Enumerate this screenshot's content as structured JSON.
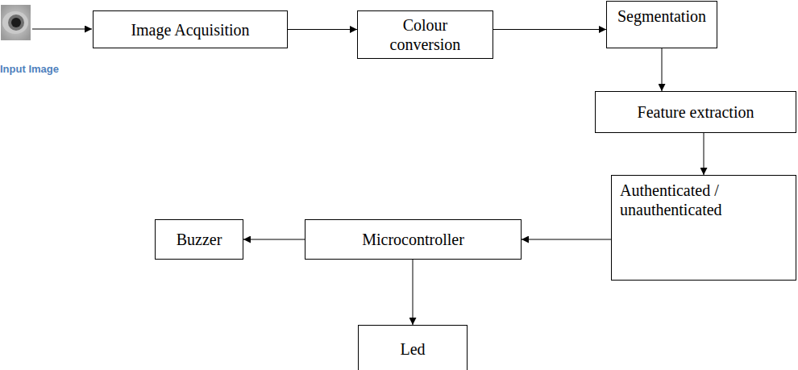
{
  "diagram": {
    "nodes": [
      {
        "text": [
          "Image Acquisition"
        ]
      },
      {
        "text": [
          "Colour conversion"
        ]
      },
      {
        "text": [
          "Segmentation"
        ]
      },
      {
        "text": [
          "Feature extraction"
        ]
      },
      {
        "text": [
          "Authenticated / unauthenticated"
        ]
      },
      {
        "text": [
          "Buzzer"
        ]
      },
      {
        "text": [
          "Microcontroller"
        ]
      },
      {
        "text": [
          "Led"
        ]
      }
    ],
    "edges": [
      {
        "from": 0,
        "to": 1,
        "arrow": "to"
      },
      {
        "from": 1,
        "to": 2,
        "arrow": "to"
      },
      {
        "from": 2,
        "to": 3,
        "arrow": "to"
      },
      {
        "from": 3,
        "to": 4,
        "arrow": "to"
      },
      {
        "from": 4,
        "to": 6,
        "arrow": "to"
      },
      {
        "from": 6,
        "to": 5,
        "arrow": "to"
      },
      {
        "from": 6,
        "to": 7,
        "arrow": "to"
      }
    ],
    "labels": [
      "Input Image"
    ]
  }
}
